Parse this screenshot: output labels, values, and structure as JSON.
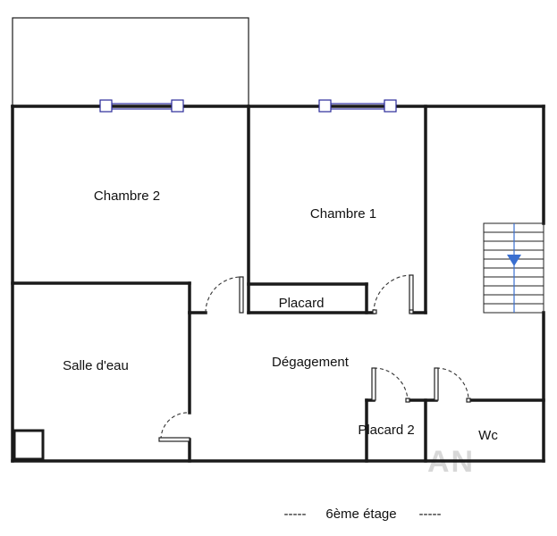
{
  "rooms": {
    "chambre2": "Chambre 2",
    "chambre1": "Chambre 1",
    "placard": "Placard",
    "salle_deau": "Salle d'eau",
    "degagement": "Dégagement",
    "placard2": "Placard 2",
    "wc": "Wc"
  },
  "caption": {
    "floor": "6ème étage",
    "left_dashes": "-----",
    "right_dashes": "-----"
  },
  "colors": {
    "wall": "#1a1a1a",
    "window": "#2a2a9a",
    "stairs_arrow": "#3a6fd0"
  }
}
